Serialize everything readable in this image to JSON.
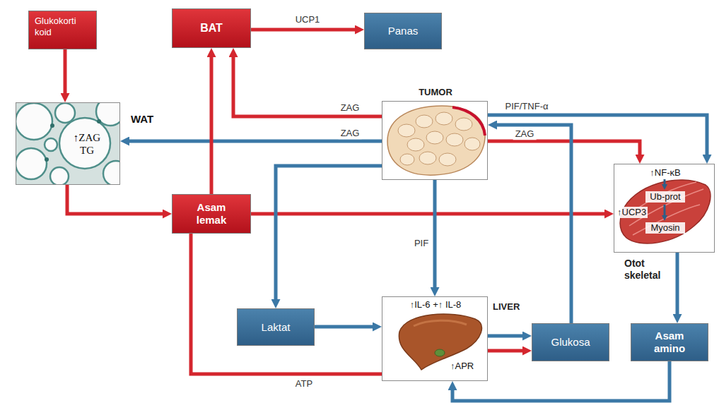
{
  "diagram": {
    "nodes": [
      {
        "text": [
          "Glukokorti koid"
        ]
      },
      {
        "text": [
          "BAT"
        ]
      },
      {
        "text": [
          "Panas"
        ]
      },
      {
        "text": [
          "WAT",
          "↑ZAG TG"
        ]
      },
      {
        "text": [
          "TUMOR"
        ]
      },
      {
        "text": [
          "Asam lemak"
        ]
      },
      {
        "text": [
          "↑NF-κB",
          "Ub-prot",
          "Myosin",
          "↑UCP3",
          "Otot skeletal"
        ]
      },
      {
        "text": [
          "Laktat"
        ]
      },
      {
        "text": [
          "LIVER",
          "↑IL-6 +↑ IL-8",
          "↑APR"
        ]
      },
      {
        "text": [
          "Glukosa"
        ]
      },
      {
        "text": [
          "Asam amino"
        ]
      }
    ],
    "edges": [
      {
        "from": 0,
        "to": 3,
        "arrow": "to"
      },
      {
        "from": 1,
        "to": 2,
        "label": "UCP1",
        "arrow": "to"
      },
      {
        "from": 4,
        "to": 1,
        "label": "ZAG",
        "arrow": "to"
      },
      {
        "from": 4,
        "to": 3,
        "label": "ZAG",
        "arrow": "to"
      },
      {
        "from": 4,
        "to": 6,
        "label": "PIF/TNF-α",
        "arrow": "to"
      },
      {
        "from": 4,
        "to": 6,
        "label": "ZAG",
        "arrow": "to"
      },
      {
        "from": 3,
        "to": 5,
        "arrow": "to"
      },
      {
        "from": 5,
        "to": 1,
        "arrow": "to"
      },
      {
        "from": 5,
        "to": 6,
        "arrow": "to"
      },
      {
        "from": 5,
        "to": 8,
        "label": "ATP",
        "arrow": "none"
      },
      {
        "from": 4,
        "to": 7,
        "arrow": "to"
      },
      {
        "from": 7,
        "to": 8,
        "arrow": "to"
      },
      {
        "from": 4,
        "to": 8,
        "label": "PIF",
        "arrow": "to"
      },
      {
        "from": 8,
        "to": 9,
        "arrow": "to"
      },
      {
        "from": 8,
        "to": 9,
        "arrow": "to"
      },
      {
        "from": 9,
        "to": 4,
        "arrow": "to"
      },
      {
        "from": 6,
        "to": 10,
        "arrow": "to"
      },
      {
        "from": 10,
        "to": 8,
        "arrow": "to"
      }
    ]
  }
}
